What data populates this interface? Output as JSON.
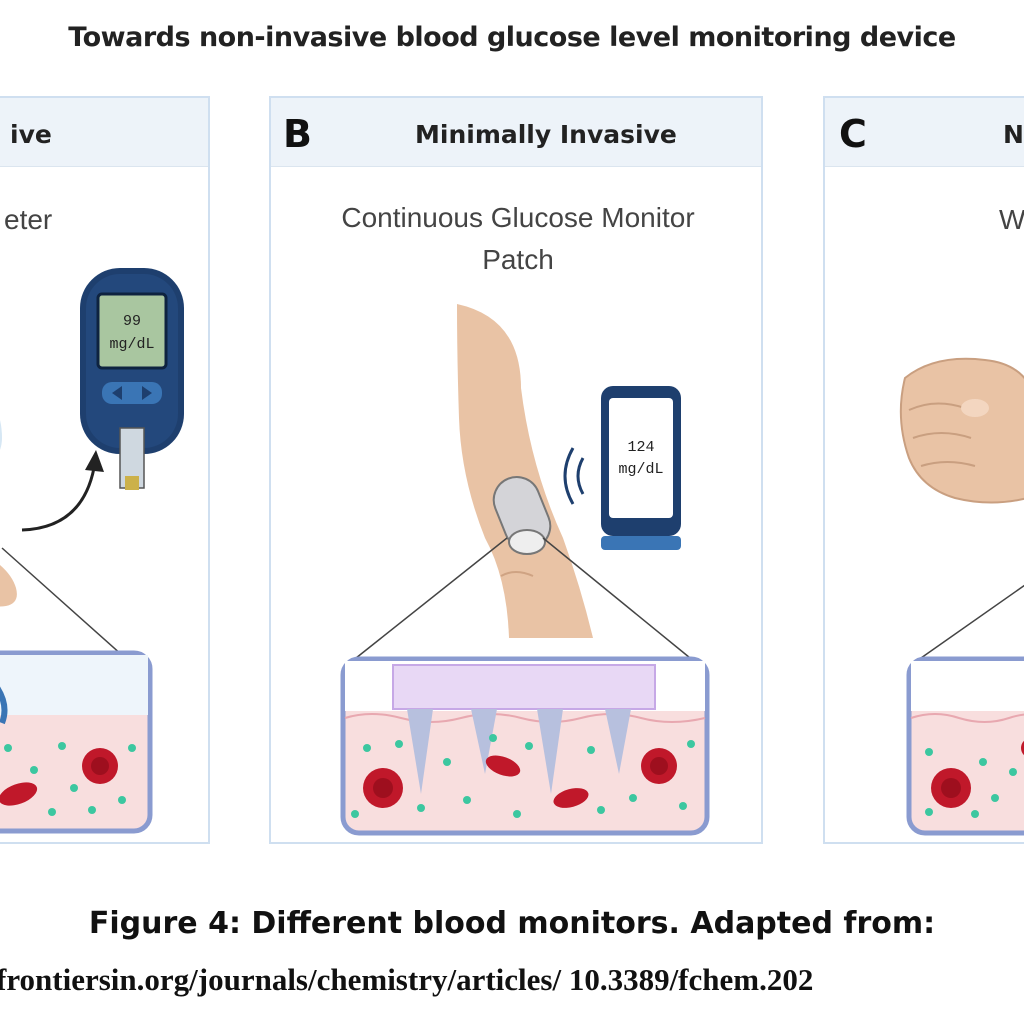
{
  "title": "Towards non-invasive blood glucose level monitoring device",
  "panels": {
    "a": {
      "title": "ive",
      "subtitle": "eter",
      "reading_value": "99",
      "reading_unit": "mg/dL"
    },
    "b": {
      "letter": "B",
      "title": "Minimally Invasive",
      "subtitle_line1": "Continuous Glucose Monitor",
      "subtitle_line2": "Patch",
      "reading_value": "124",
      "reading_unit": "mg/dL"
    },
    "c": {
      "letter": "C",
      "title": "No",
      "subtitle": "W"
    }
  },
  "caption": "Figure 4: Different blood monitors. Adapted from:",
  "source": "frontiersin.org/journals/chemistry/articles/ 10.3389/fchem.202",
  "colors": {
    "panel_border": "#cfdff0",
    "panel_header": "#edf3f9",
    "tissue": "#f8dede",
    "tissue_border": "#8a9bd0",
    "red_cell": "#c0182a",
    "glucose_dot": "#3cc7a0",
    "skin": "#e9c3a5",
    "patch": "#e8d8f5",
    "device_blue": "#1e3f6e"
  }
}
